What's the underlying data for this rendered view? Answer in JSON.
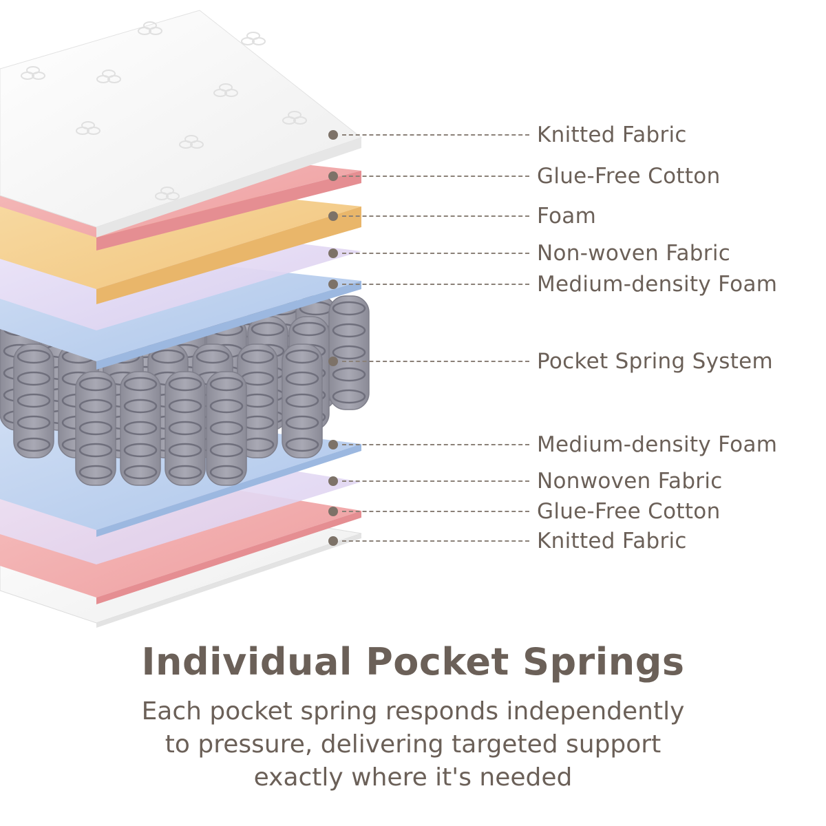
{
  "layers": [
    {
      "label": "Knitted Fabric"
    },
    {
      "label": "Glue-Free Cotton"
    },
    {
      "label": "Foam"
    },
    {
      "label": "Non-woven Fabric"
    },
    {
      "label": "Medium-density Foam"
    },
    {
      "label": "Pocket Spring System"
    },
    {
      "label": "Medium-density Foam"
    },
    {
      "label": "Nonwoven Fabric"
    },
    {
      "label": "Glue-Free Cotton"
    },
    {
      "label": "Knitted Fabric"
    }
  ],
  "heading": {
    "title": "Individual Pocket Springs"
  },
  "description": {
    "line1": "Each pocket spring responds independently",
    "line2": "to pressure, delivering targeted support",
    "line3": "exactly where it's needed"
  },
  "colors": {
    "text": "#6b6058",
    "knitted_fabric": "#f4f4f4",
    "glue_free_cotton": "#f1a8a9",
    "foam": "#f4cf8e",
    "non_woven_fabric": "#e8ddf4",
    "medium_density_foam": "#bcd2ee",
    "pocket_springs": "#9a9aa6"
  }
}
